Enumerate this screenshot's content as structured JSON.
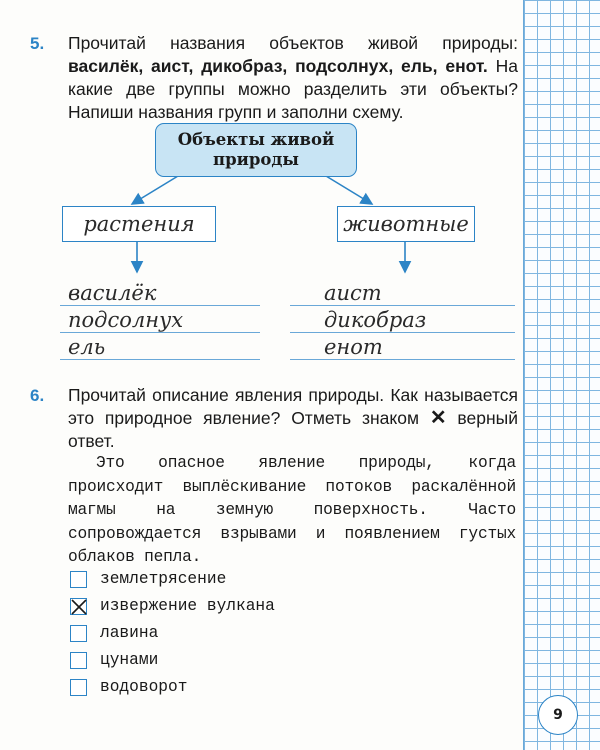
{
  "task5": {
    "number": "5.",
    "text_prefix": "Прочитай названия объектов живой природы: ",
    "objects": "василёк, аист, дикобраз, подсолнух, ель, енот.",
    "text_suffix": " На какие две группы можно разделить эти объекты? Напиши названия групп и заполни схему."
  },
  "scheme": {
    "header": "Объекты живой природы",
    "groups": [
      {
        "label": "растения",
        "items": [
          "василёк",
          "подсолнух",
          "ель"
        ]
      },
      {
        "label": "животные",
        "items": [
          "аист",
          "дикобраз",
          "енот"
        ]
      }
    ],
    "accent_color": "#2c84c6",
    "header_fill": "#c8e4f4"
  },
  "task6": {
    "number": "6.",
    "question_prefix": "Прочитай описание явления природы. Как называется это природное явление? Отметь знаком ",
    "mark_symbol": "✕",
    "question_suffix": " верный ответ.",
    "passage": "Это опасное явление природы, когда происходит выплёскивание потоков раскалённой магмы на земную поверхность. Часто сопровождается взрывами и появлением густых облаков пепла.",
    "options": [
      {
        "label": "землетрясение",
        "checked": false
      },
      {
        "label": "извержение вулкана",
        "checked": true
      },
      {
        "label": "лавина",
        "checked": false
      },
      {
        "label": "цунами",
        "checked": false
      },
      {
        "label": "водоворот",
        "checked": false
      }
    ]
  },
  "page_number": "9"
}
